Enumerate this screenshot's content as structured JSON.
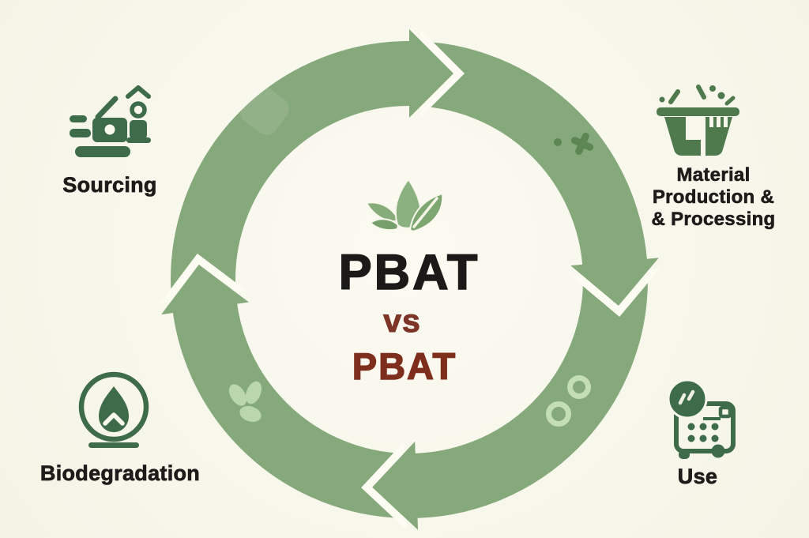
{
  "colors": {
    "background": "#f8f7ec",
    "ring_green": "#86a97c",
    "gap_white": "#fdfcf2",
    "icon_dark_green": "#3e6b4a",
    "material_icon_green": "#4f7a4e",
    "decor_light_green": "#c3ddb4",
    "decor_dark_green": "#55814e",
    "text_black": "#1d1c1a",
    "versus_brown": "#7c3526",
    "pbat_red": "#7e2e1c"
  },
  "cycle": {
    "direction": "clockwise",
    "arrows": 4
  },
  "center": {
    "icon": "leaf-icon",
    "product_top": "PBAT",
    "versus": "vs",
    "product_bottom": "PBAT"
  },
  "stages": {
    "sourcing": {
      "icon": "sourcing-icon",
      "label": "Sourcing"
    },
    "material_production": {
      "icon": "material-production-icon",
      "line1": "Material",
      "line2": "Production &",
      "line3": "& Processing"
    },
    "use": {
      "icon": "use-icon",
      "label": "Use"
    },
    "biodegradation": {
      "icon": "biodegradation-icon",
      "label": "Biodegradation"
    }
  }
}
